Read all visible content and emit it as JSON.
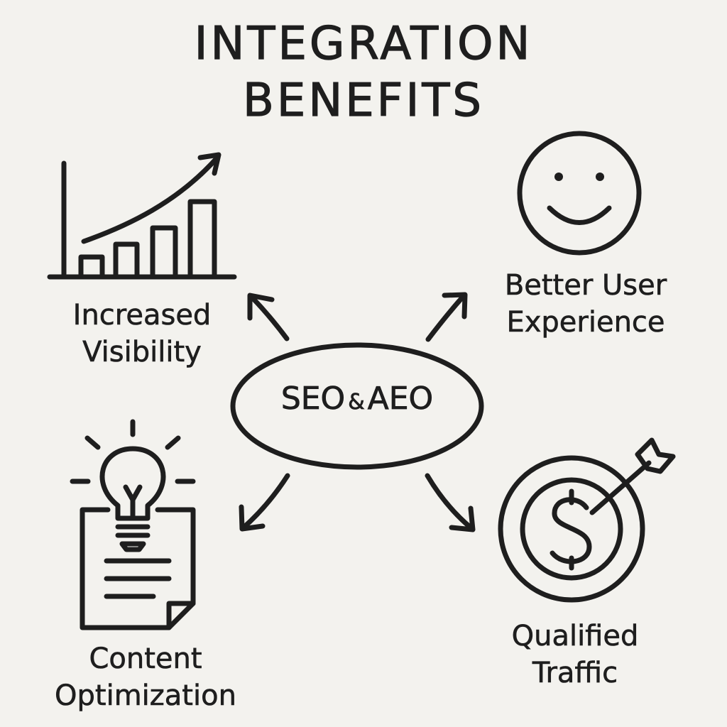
{
  "title": {
    "line1": "INTEGRATION",
    "line2": "BENEFITS"
  },
  "hub": {
    "left": "SEO",
    "connector": "&",
    "right": "AEO"
  },
  "benefits": [
    {
      "icon": "bar-chart-growth-icon",
      "line1": "Increased",
      "line2": "Visibility"
    },
    {
      "icon": "smiley-face-icon",
      "line1": "Better User",
      "line2": "Experience"
    },
    {
      "icon": "lightbulb-document-icon",
      "line1": "Content",
      "line2": "Optimization"
    },
    {
      "icon": "target-dollar-arrow-icon",
      "line1": "Qualified",
      "line2": "Traffic"
    }
  ],
  "colors": {
    "background": "#f3f2ee",
    "ink": "#1e1e1e"
  }
}
